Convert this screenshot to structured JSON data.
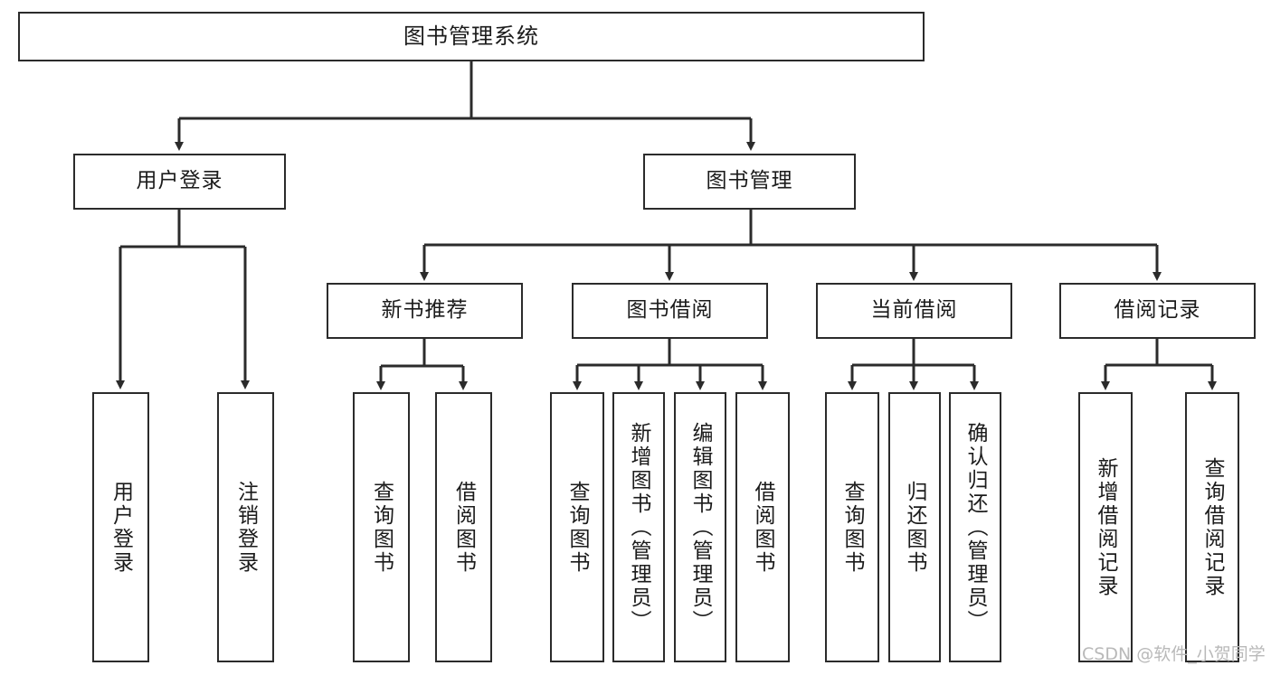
{
  "diagram": {
    "title": "图书管理系统",
    "type": "tree-hierarchy",
    "orientation": "top-down",
    "colors": {
      "box_border": "#2b2b2b",
      "box_fill": "#ffffff",
      "edge": "#2b2b2b",
      "text": "#1b1b1b",
      "watermark": "#b9b9b9",
      "background": "#ffffff"
    },
    "watermark": "CSDN @软件_小贺同学",
    "levels": {
      "level0": [
        "图书管理系统"
      ],
      "level1": [
        "用户登录",
        "图书管理"
      ],
      "level2": [
        "新书推荐",
        "图书借阅",
        "当前借阅",
        "借阅记录"
      ],
      "level3": [
        "用户登录",
        "注销登录",
        "查询图书",
        "借阅图书",
        "查询图书",
        "新增图书（管理员）",
        "编辑图书（管理员）",
        "借阅图书",
        "查询图书",
        "归还图书",
        "确认归还（管理员）",
        "新增借阅记录",
        "查询借阅记录"
      ]
    }
  },
  "nodes": {
    "root": {
      "label": "图书管理系统"
    },
    "user_login": {
      "label": "用户登录"
    },
    "book_manage": {
      "label": "图书管理"
    },
    "new_book_rec": {
      "label": "新书推荐"
    },
    "book_borrow": {
      "label": "图书借阅"
    },
    "current_borrow": {
      "label": "当前借阅"
    },
    "borrow_record": {
      "label": "借阅记录"
    },
    "leaf_user_login": {
      "label": "用户登录"
    },
    "leaf_logout": {
      "label": "注销登录"
    },
    "leaf_query_book_a": {
      "label": "查询图书"
    },
    "leaf_borrow_book_a": {
      "label": "借阅图书"
    },
    "leaf_query_book_b": {
      "label": "查询图书"
    },
    "leaf_add_book": {
      "label": "新增图书（管理员）"
    },
    "leaf_edit_book": {
      "label": "编辑图书（管理员）"
    },
    "leaf_borrow_book_b": {
      "label": "借阅图书"
    },
    "leaf_query_book_c": {
      "label": "查询图书"
    },
    "leaf_return_book": {
      "label": "归还图书"
    },
    "leaf_confirm_return": {
      "label": "确认归还（管理员）"
    },
    "leaf_add_record": {
      "label": "新增借阅记录"
    },
    "leaf_query_record": {
      "label": "查询借阅记录"
    }
  },
  "edges": [
    {
      "from": "root",
      "to": "user_login"
    },
    {
      "from": "root",
      "to": "book_manage"
    },
    {
      "from": "user_login",
      "to": "leaf_user_login"
    },
    {
      "from": "user_login",
      "to": "leaf_logout"
    },
    {
      "from": "book_manage",
      "to": "new_book_rec"
    },
    {
      "from": "book_manage",
      "to": "book_borrow"
    },
    {
      "from": "book_manage",
      "to": "current_borrow"
    },
    {
      "from": "book_manage",
      "to": "borrow_record"
    },
    {
      "from": "new_book_rec",
      "to": "leaf_query_book_a"
    },
    {
      "from": "new_book_rec",
      "to": "leaf_borrow_book_a"
    },
    {
      "from": "book_borrow",
      "to": "leaf_query_book_b"
    },
    {
      "from": "book_borrow",
      "to": "leaf_add_book"
    },
    {
      "from": "book_borrow",
      "to": "leaf_edit_book"
    },
    {
      "from": "book_borrow",
      "to": "leaf_borrow_book_b"
    },
    {
      "from": "current_borrow",
      "to": "leaf_query_book_c"
    },
    {
      "from": "current_borrow",
      "to": "leaf_return_book"
    },
    {
      "from": "current_borrow",
      "to": "leaf_confirm_return"
    },
    {
      "from": "borrow_record",
      "to": "leaf_add_record"
    },
    {
      "from": "borrow_record",
      "to": "leaf_query_record"
    }
  ]
}
